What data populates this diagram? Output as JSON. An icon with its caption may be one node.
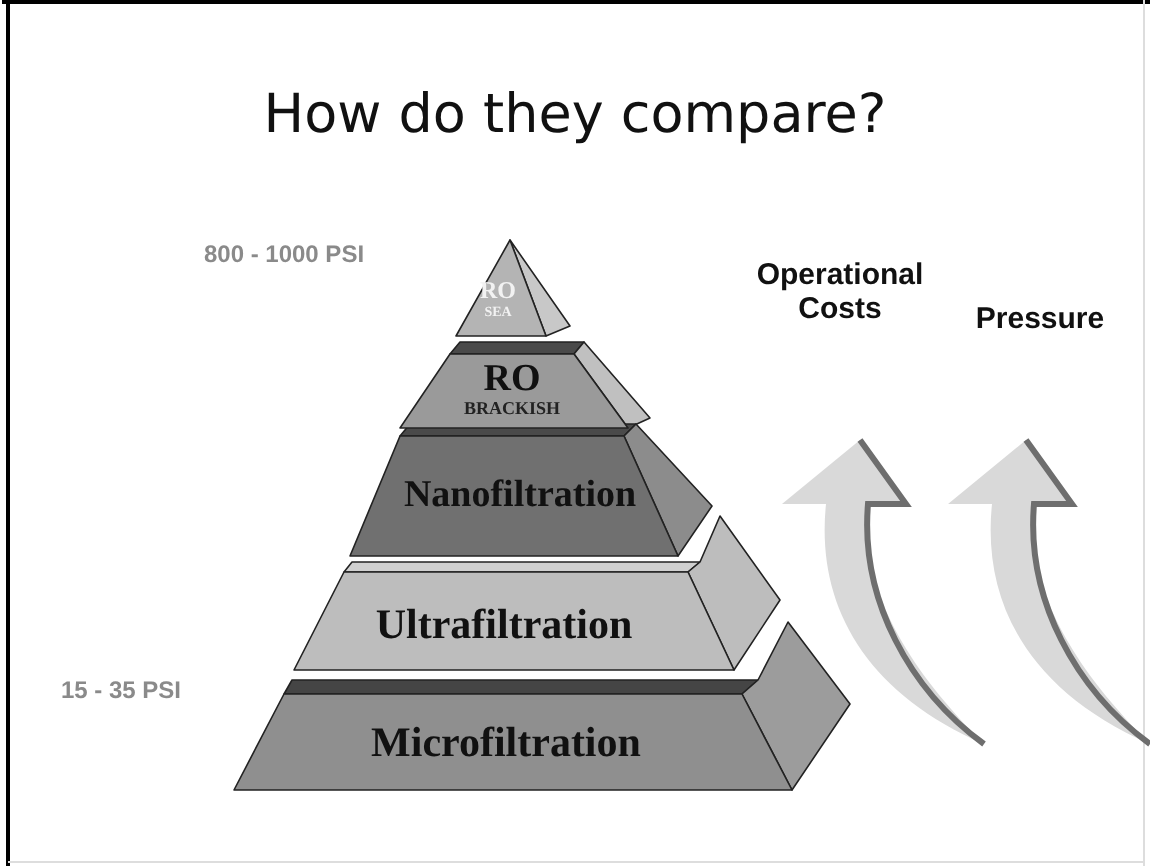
{
  "diagram": {
    "title": "How do they compare?",
    "nodes": [
      {
        "text": [
          "RO",
          "SEA"
        ]
      },
      {
        "text": [
          "RO",
          "BRACKISH"
        ]
      },
      {
        "text": [
          "Nanofiltration"
        ]
      },
      {
        "text": [
          "Ultrafiltration"
        ]
      },
      {
        "text": [
          "Microfiltration"
        ]
      }
    ],
    "labels": [
      "800 - 1000 PSI",
      "Operational Costs",
      "Pressure",
      "15 - 35 PSI"
    ]
  }
}
